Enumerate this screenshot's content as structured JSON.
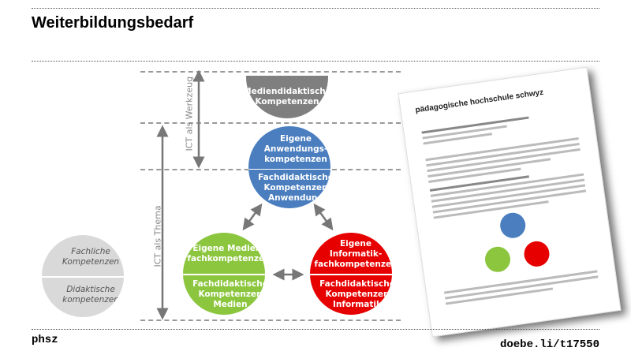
{
  "header": {
    "title": "Weiterbildungsbedarf"
  },
  "diagram": {
    "axis_tool": "ICT als Werkzeug",
    "axis_topic": "ICT als Thema",
    "top": "Mediendidaktische Kompetenzen",
    "blue": {
      "top": "Eigene Anwendungs-kompetenzen",
      "bottom": "Fachdidaktische Kompetenzen Anwendung",
      "color": "#4a7ebf"
    },
    "green": {
      "top": "Eigene Medien-fachkompetenzen",
      "bottom": "Fachdidaktische Kompetenzen Medien",
      "color": "#8cc63f"
    },
    "red": {
      "top": "Eigene Informatik-fachkompetenzen",
      "bottom": "Fachdidaktische Kompetenzen Informatik",
      "color": "#e60000"
    }
  },
  "side_circle": {
    "top": "Fachliche Kompetenzen",
    "bottom": "Didaktische kompetenzen"
  },
  "document": {
    "heading": "pädagogische hochschule schwyz"
  },
  "footer": {
    "left": "phsz",
    "right": "doebe.li/t17550"
  }
}
